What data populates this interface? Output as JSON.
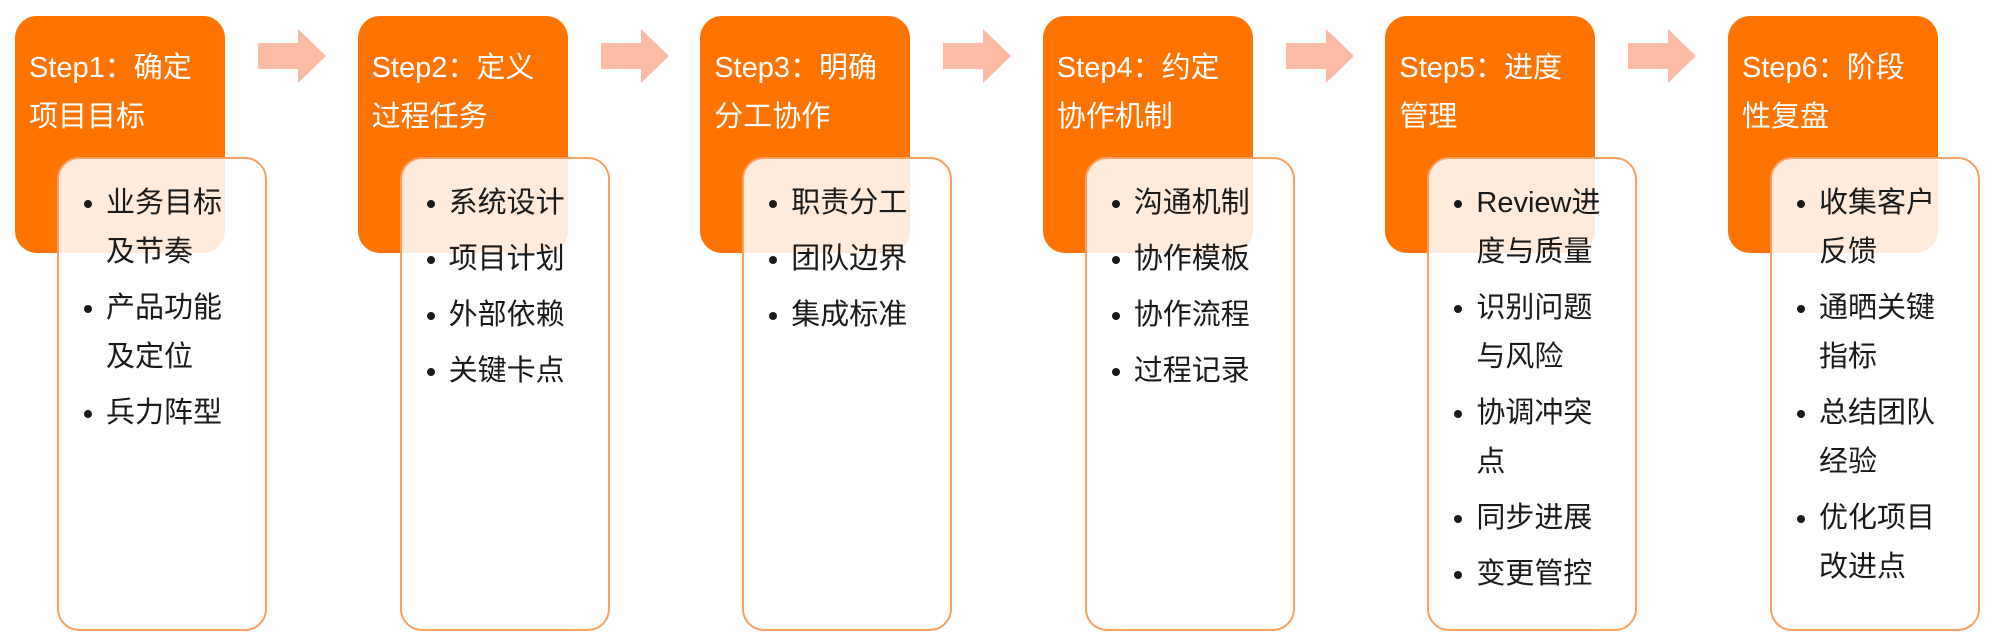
{
  "colors": {
    "header": "#ff7300",
    "card_border": "#f8a060",
    "arrow": "#fbbba5"
  },
  "steps": [
    {
      "title": "Step1：确定项目目标",
      "items": [
        "业务目标及节奏",
        "产品功能及定位",
        "兵力阵型"
      ]
    },
    {
      "title": "Step2：定义过程任务",
      "items": [
        "系统设计",
        "项目计划",
        "外部依赖",
        "关键卡点"
      ]
    },
    {
      "title": "Step3：明确分工协作",
      "items": [
        "职责分工",
        "团队边界",
        "集成标准"
      ]
    },
    {
      "title": "Step4：约定协作机制",
      "items": [
        "沟通机制",
        "协作模板",
        "协作流程",
        "过程记录"
      ]
    },
    {
      "title": "Step5：进度管理",
      "items": [
        "Review进度与质量",
        "识别问题与风险",
        "协调冲突点",
        "同步进展",
        "变更管控"
      ]
    },
    {
      "title": "Step6：阶段性复盘",
      "items": [
        "收集客户反馈",
        "通晒关键指标",
        "总结团队经验",
        "优化项目改进点"
      ]
    }
  ]
}
